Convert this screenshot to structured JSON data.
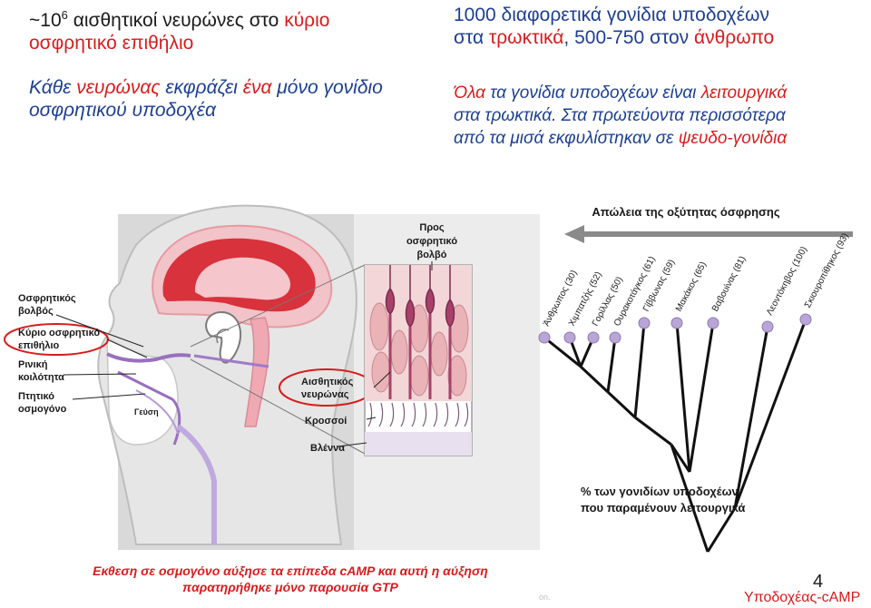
{
  "top_left": {
    "line1_prefix": "~10",
    "line1_exponent": "6",
    "line1_middle": " αισθητικοί νευρώνες στο ",
    "line1_highlight": "κύριο",
    "line2": "οσφρητικό επιθήλιο"
  },
  "left_note": {
    "part1": "Κάθε ",
    "part2": "νευρώνας",
    "part3": " εκφράζει ",
    "part4": "ένα",
    "part5": " μόνο γονίδιο",
    "line2": "οσφρητικού υποδοχέα"
  },
  "top_right": {
    "line1": "1000 διαφορετικά γονίδια υποδοχέων",
    "line2_part1": "στα ",
    "line2_part2": "τρωκτικά",
    "line2_part3": ", 500-750 στον ",
    "line2_part4": "άνθρωπο"
  },
  "right_note": {
    "line1_part1": "Όλα",
    "line1_part2": " τα γονίδια υποδοχέων είναι ",
    "line1_part3": "λειτουργικά",
    "line2": "στα τρωκτικά. Στα πρωτεύοντα περισσότερα",
    "line3_part1": "από τα μισά εκφυλίστηκαν σε ",
    "line3_part2": "ψευδο-γονίδια"
  },
  "tree": {
    "loss_label": "Απώλεια της οξύτητας όσφρησης",
    "percent_label_line1": "% των γονιδίων υποδοχέων",
    "percent_label_line2": "που παραμένουν λειτουργικά",
    "species": [
      {
        "name": "Άνθρωπος (30)"
      },
      {
        "name": "Χιμπατζής (52)"
      },
      {
        "name": "Γορίλλας (50)"
      },
      {
        "name": "Ουρακοτάγκος (61)"
      },
      {
        "name": "Γίββωνας (59)"
      },
      {
        "name": "Μακάκος (65)"
      },
      {
        "name": "Βαβουίνας (81)"
      },
      {
        "name": "Λεοντόκηβος (100)"
      },
      {
        "name": "Σκιουροπίθηκος (93)"
      }
    ]
  },
  "head": {
    "label_bulb": "Οσφρητικός βολβός",
    "label_bulb_l1": "Οσφρητικός",
    "label_bulb_l2": "βολβός",
    "label_main_l1": "Κύριο οσφρητικό",
    "label_main_l2": "επιθήλιο",
    "label_nasal_l1": "Ρινική",
    "label_nasal_l2": "κοιλότητα",
    "label_vomer_l1": "Πτητικό",
    "label_vomer_l2": "οσμογόνο",
    "label_taste": "Γεύση"
  },
  "epithelium": {
    "to_bulb_l1": "Προς",
    "to_bulb_l2": "οσφρητικό",
    "to_bulb_l3": "βολβό",
    "sensory_l1": "Αισθητικός",
    "sensory_l2": "νευρώνας",
    "cilia": "Κροσσοί",
    "mucus": "Βλέννα"
  },
  "bottom": {
    "line1": "Εκθεση σε οσμογόνο αύξησε τα επίπεδα cAMP και αυτή η αύξηση",
    "line2": "παρατηρήθηκε μόνο παρουσία GTP",
    "page_number": "4",
    "footer_title": "Υποδοχέας-cAMP",
    "faint_mark": "on."
  },
  "colors": {
    "red": "#d81c1c",
    "blue": "#1c3f94",
    "brain_pink": "#f2c3c8",
    "brain_red": "#d8323c",
    "purple": "#9a6fc0",
    "tree_node": "#b9a5d6"
  }
}
